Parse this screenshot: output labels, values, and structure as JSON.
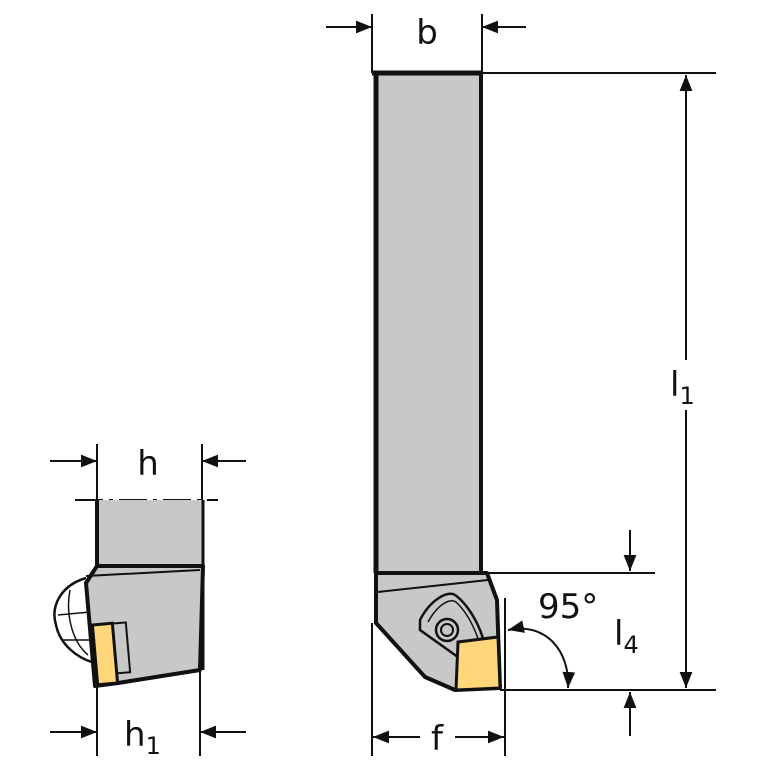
{
  "labels": {
    "b": "b",
    "h": "h",
    "h1_main": "h",
    "h1_sub": "1",
    "l1_main": "l",
    "l1_sub": "1",
    "l4_main": "l",
    "l4_sub": "4",
    "f": "f",
    "angle": "95°"
  },
  "colors": {
    "body": "#c8c8c8",
    "insert": "#ffd77a",
    "line": "#111111"
  }
}
